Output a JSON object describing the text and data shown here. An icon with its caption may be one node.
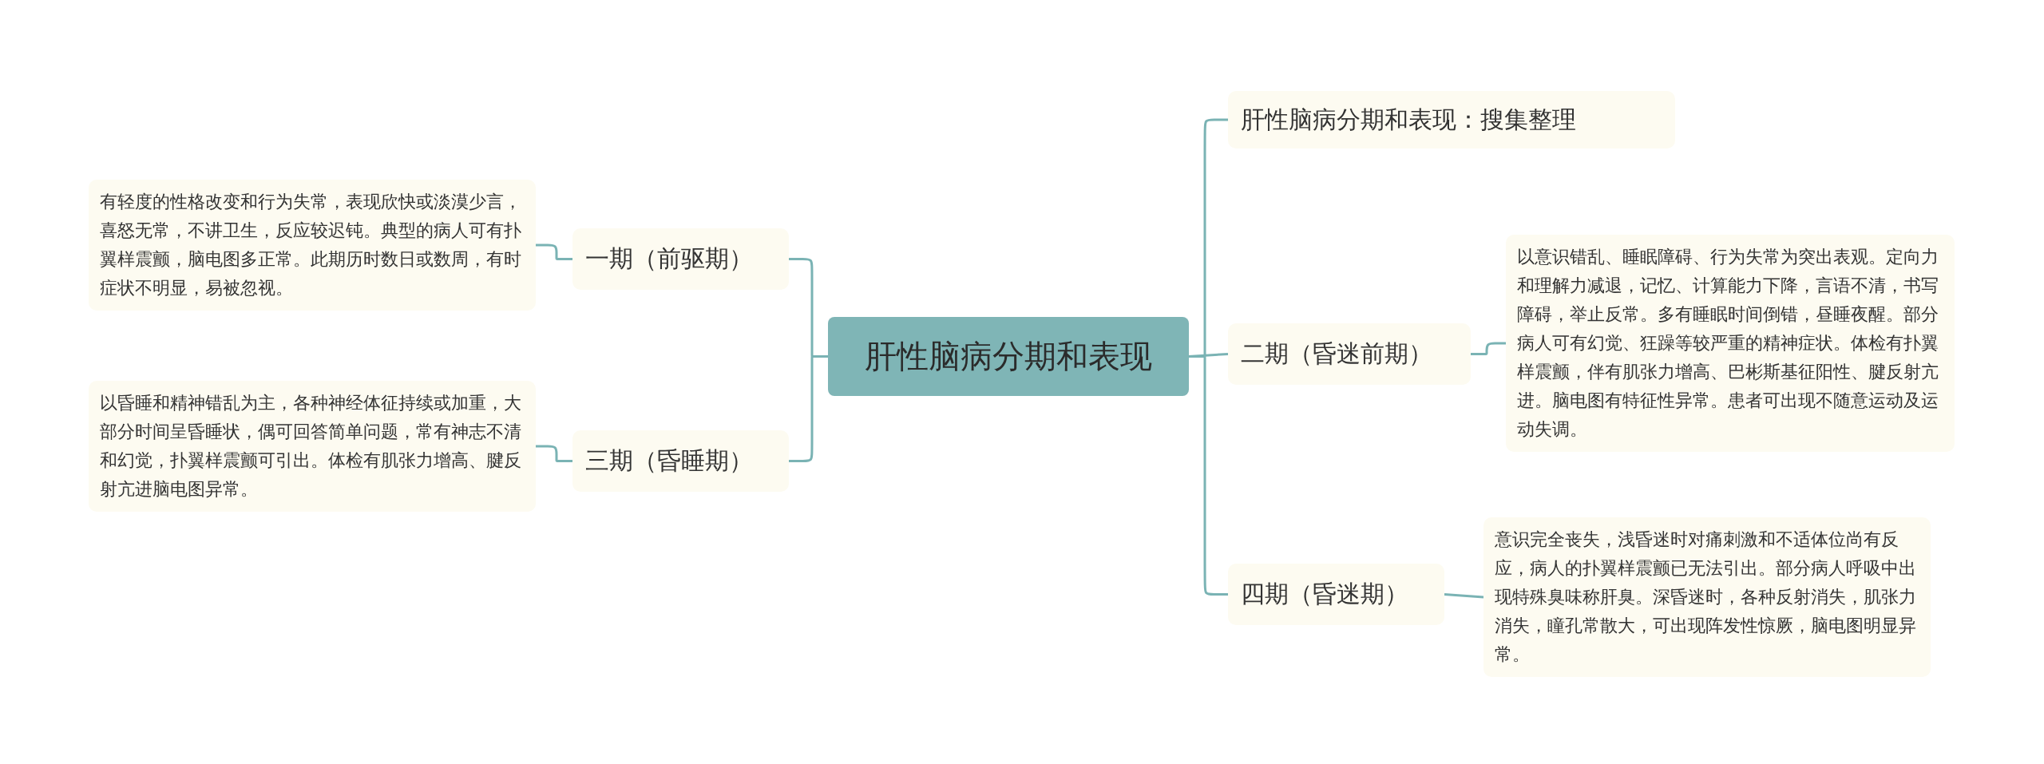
{
  "diagram": {
    "nodes": [
      {
        "text": [
          "肝性脑病分期和表现"
        ]
      },
      {
        "text": [
          "一期（前驱期）"
        ]
      },
      {
        "text": [
          "有轻度的性格改变和行为失常，表现欣快或淡漠少言，喜怒无常，不讲卫生，反应较迟钝。典型的病人可有扑翼样震颤，脑电图多正常。此期历时数日或数周，有时症状不明显，易被忽视。"
        ]
      },
      {
        "text": [
          "三期（昏睡期）"
        ]
      },
      {
        "text": [
          "以昏睡和精神错乱为主，各种神经体征持续或加重，大部分时间呈昏睡状，偶可回答简单问题，常有神志不清和幻觉，扑翼样震颤可引出。体检有肌张力增高、腱反射亢进脑电图异常。"
        ]
      },
      {
        "text": [
          "肝性脑病分期和表现：搜集整理"
        ]
      },
      {
        "text": [
          "二期（昏迷前期）"
        ]
      },
      {
        "text": [
          "以意识错乱、睡眠障碍、行为失常为突出表观。定向力和理解力减退，记忆、计算能力下降，言语不清，书写障碍，举止反常。多有睡眠时间倒错，昼睡夜醒。部分病人可有幻觉、狂躁等较严重的精神症状。体检有扑翼样震颤，伴有肌张力增高、巴彬斯基征阳性、腱反射亢进。脑电图有特征性异常。患者可出现不随意运动及运动失调。"
        ]
      },
      {
        "text": [
          "四期（昏迷期）"
        ]
      },
      {
        "text": [
          "意识完全丧失，浅昏迷时对痛刺激和不适体位尚有反应，病人的扑翼样震颤已无法引出。部分病人呼吸中出现特殊臭味称肝臭。深昏迷时，各种反射消失，肌张力消失，瞳孔常散大，可出现阵发性惊厥，脑电图明显异常。"
        ]
      }
    ],
    "edges": [
      {
        "from": 0,
        "to": 1,
        "arrow": "none"
      },
      {
        "from": 0,
        "to": 3,
        "arrow": "none"
      },
      {
        "from": 0,
        "to": 5,
        "arrow": "none"
      },
      {
        "from": 0,
        "to": 6,
        "arrow": "none"
      },
      {
        "from": 0,
        "to": 8,
        "arrow": "none"
      },
      {
        "from": 1,
        "to": 2,
        "arrow": "none"
      },
      {
        "from": 3,
        "to": 4,
        "arrow": "none"
      },
      {
        "from": 6,
        "to": 7,
        "arrow": "none"
      },
      {
        "from": 8,
        "to": 9,
        "arrow": "none"
      }
    ]
  }
}
